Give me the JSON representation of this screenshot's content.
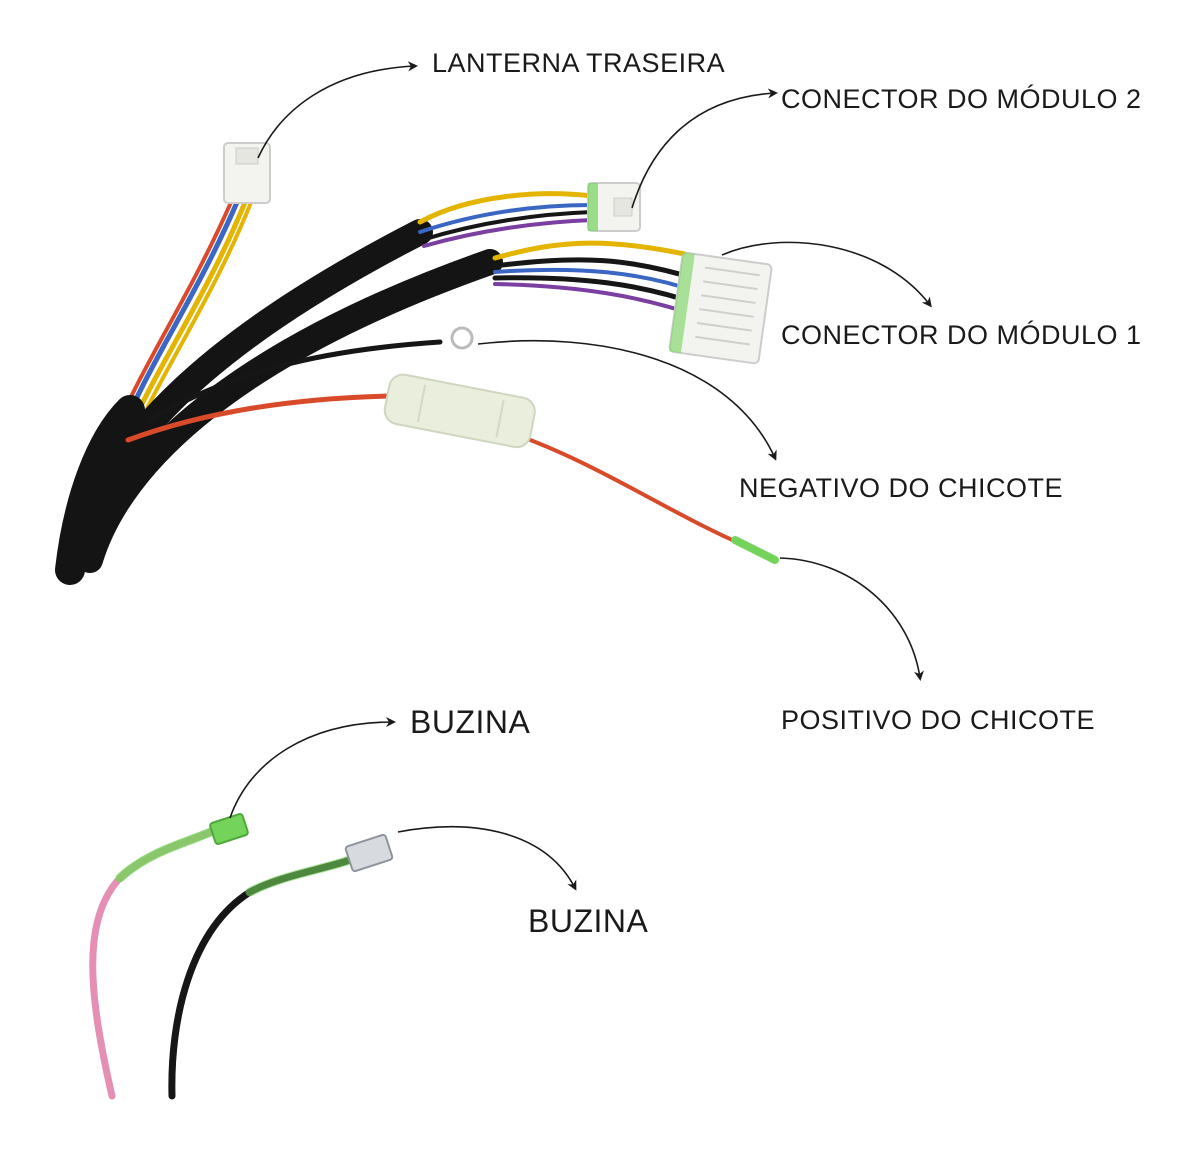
{
  "labels": {
    "lanterna_traseira": "LANTERNA TRASEIRA",
    "conector_modulo_2": "CONECTOR DO MÓDULO 2",
    "conector_modulo_1": "CONECTOR DO MÓDULO 1",
    "negativo_chicote": "NEGATIVO DO CHICOTE",
    "positivo_chicote": "POSITIVO DO CHICOTE",
    "buzina_1": "BUZINA",
    "buzina_2": "BUZINA"
  },
  "colors": {
    "background": "#ffffff",
    "text": "#1a1a1a",
    "arrow": "#1a1a1a",
    "sheath": "#141414",
    "wire_yellow": "#e3b400",
    "wire_red": "#d94a2b",
    "wire_blue": "#3a66c4",
    "wire_pink": "#e48fb3",
    "wire_black": "#161616",
    "connector_white": "#f3f3ef",
    "fuse_holder": "#e9efdc",
    "heatshrink_green": "#74d35a"
  }
}
